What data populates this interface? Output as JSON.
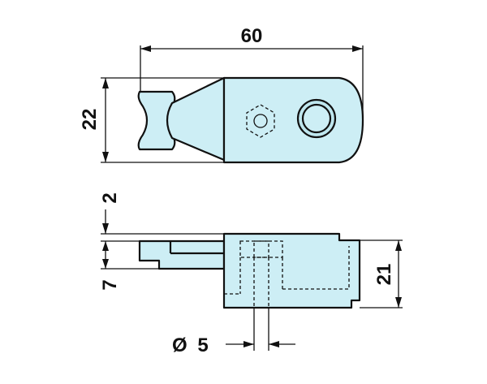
{
  "drawing": {
    "top_view": {
      "dim_length": "60",
      "dim_height": "22"
    },
    "side_view": {
      "dim_step": "2",
      "dim_lower": "7",
      "dim_height": "21",
      "dim_diameter_symbol": "Ø",
      "dim_diameter_value": "5"
    },
    "colors": {
      "part_fill": "#cdeef5",
      "line": "#111111"
    }
  }
}
